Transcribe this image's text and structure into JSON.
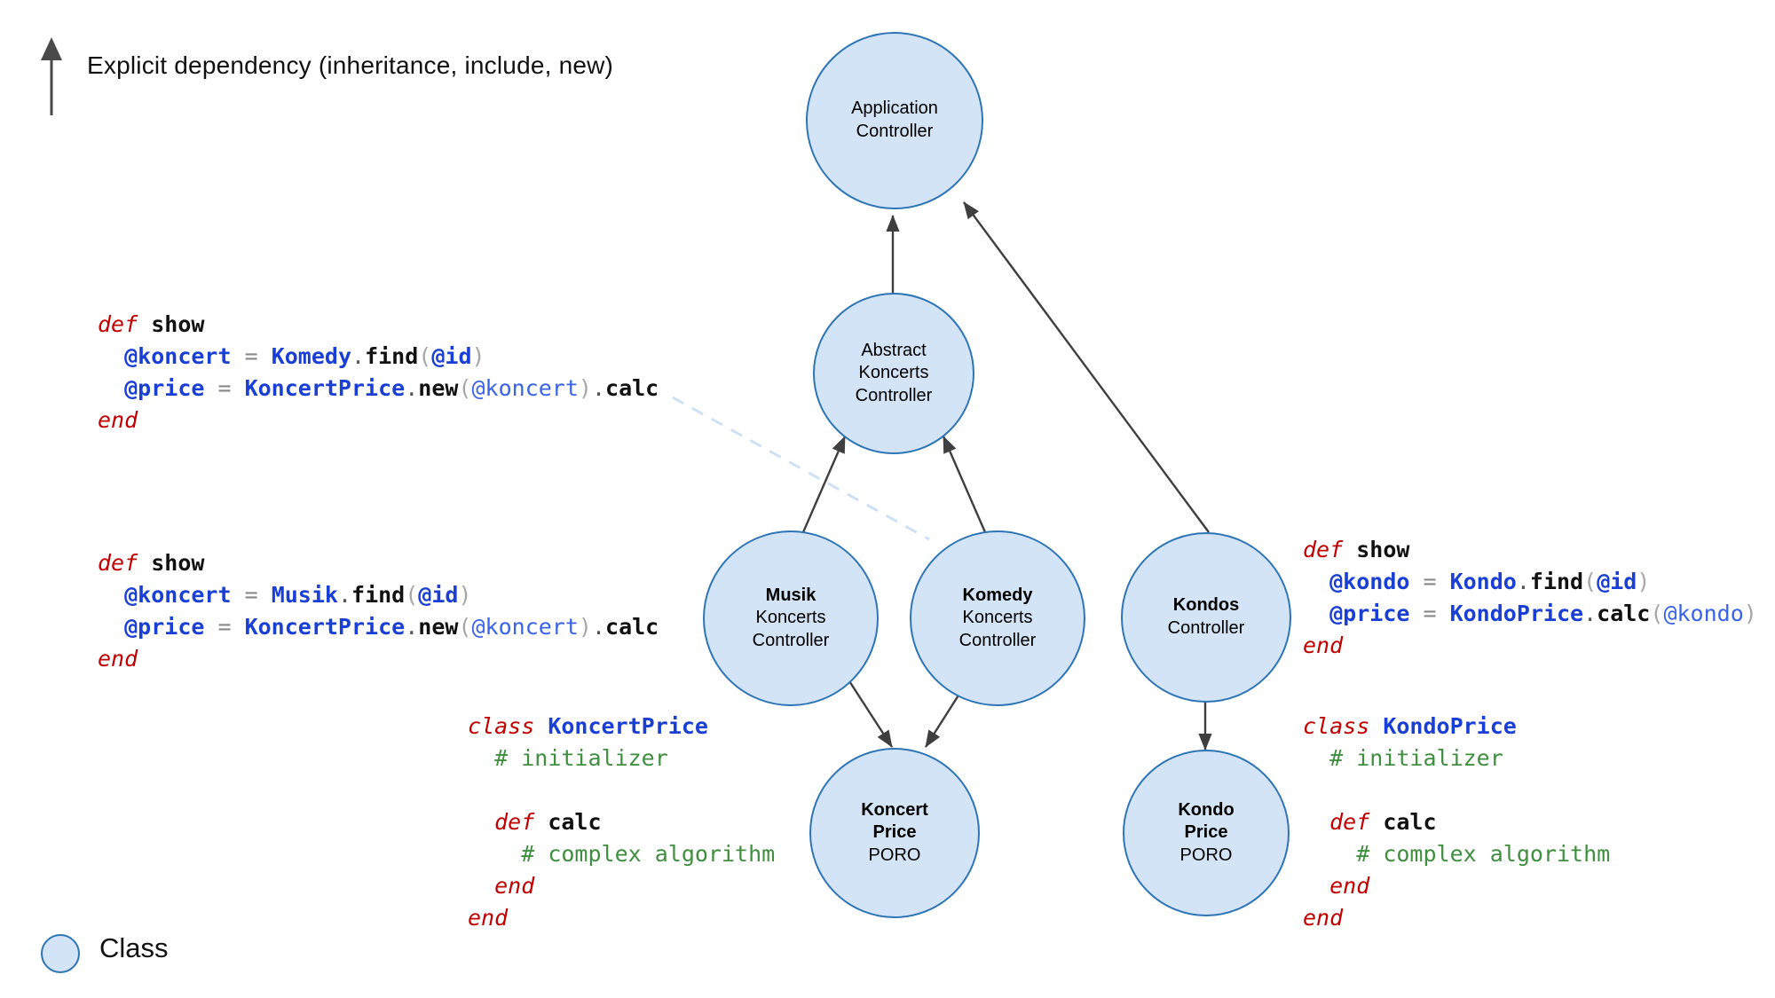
{
  "legend": {
    "top_arrow_icon": "up-arrow-icon",
    "top_label": "Explicit dependency (inheritance, include, new)",
    "bottom_shape_icon": "circle-icon",
    "bottom_label": "Class"
  },
  "colors": {
    "node_fill": "#d4e4f7",
    "node_stroke": "#2e75b6",
    "edge": "#3f3f3f",
    "dashed_edge": "#cfe0f5",
    "keyword": "#c00000",
    "identifier_blue": "#1a3fd4",
    "method_black": "#111111",
    "comment_green": "#3f8f3f",
    "muted_gray": "#a6a6a6"
  },
  "nodes": [
    {
      "id": "application-controller",
      "lines": [
        "Application",
        "Controller"
      ],
      "bold": [
        false,
        false
      ]
    },
    {
      "id": "abstract-koncerts-controller",
      "lines": [
        "Abstract",
        "Koncerts",
        "Controller"
      ],
      "bold": [
        false,
        false,
        false
      ]
    },
    {
      "id": "musik-koncerts-controller",
      "lines": [
        "Musik",
        "Koncerts",
        "Controller"
      ],
      "bold": [
        true,
        false,
        false
      ]
    },
    {
      "id": "komedy-koncerts-controller",
      "lines": [
        "Komedy",
        "Koncerts",
        "Controller"
      ],
      "bold": [
        true,
        false,
        false
      ]
    },
    {
      "id": "kondos-controller",
      "lines": [
        "Kondos",
        "Controller"
      ],
      "bold": [
        true,
        false
      ]
    },
    {
      "id": "koncert-price-poro",
      "lines": [
        "Koncert",
        "Price",
        "PORO"
      ],
      "bold": [
        true,
        true,
        false
      ]
    },
    {
      "id": "kondo-price-poro",
      "lines": [
        "Kondo",
        "Price",
        "PORO"
      ],
      "bold": [
        true,
        true,
        false
      ]
    }
  ],
  "edges": [
    {
      "from": "abstract-koncerts-controller",
      "to": "application-controller",
      "style": "solid"
    },
    {
      "from": "kondos-controller",
      "to": "application-controller",
      "style": "solid"
    },
    {
      "from": "musik-koncerts-controller",
      "to": "abstract-koncerts-controller",
      "style": "solid"
    },
    {
      "from": "komedy-koncerts-controller",
      "to": "abstract-koncerts-controller",
      "style": "solid"
    },
    {
      "from": "musik-koncerts-controller",
      "to": "koncert-price-poro",
      "style": "solid"
    },
    {
      "from": "komedy-koncerts-controller",
      "to": "koncert-price-poro",
      "style": "solid"
    },
    {
      "from": "kondos-controller",
      "to": "kondo-price-poro",
      "style": "solid"
    },
    {
      "from": "komedy-code-block",
      "to": "komedy-koncerts-controller",
      "style": "dashed"
    }
  ],
  "code_blocks": {
    "komedy_show": {
      "id": "komedy-show-code",
      "lines": [
        [
          {
            "t": "def ",
            "c": "kw"
          },
          {
            "t": "show",
            "c": "blk"
          }
        ],
        [
          {
            "t": "  ",
            "c": "plain"
          },
          {
            "t": "@koncert",
            "c": "blue"
          },
          {
            "t": " = ",
            "c": "op"
          },
          {
            "t": "Komedy",
            "c": "blue"
          },
          {
            "t": ".",
            "c": "dot"
          },
          {
            "t": "find",
            "c": "blk"
          },
          {
            "t": "(",
            "c": "gry"
          },
          {
            "t": "@id",
            "c": "blue"
          },
          {
            "t": ")",
            "c": "gry"
          }
        ],
        [
          {
            "t": "  ",
            "c": "plain"
          },
          {
            "t": "@price",
            "c": "blue"
          },
          {
            "t": " = ",
            "c": "op"
          },
          {
            "t": "KoncertPrice",
            "c": "blue"
          },
          {
            "t": ".",
            "c": "dot"
          },
          {
            "t": "new",
            "c": "blk"
          },
          {
            "t": "(",
            "c": "gry"
          },
          {
            "t": "@koncert",
            "c": "bluenb"
          },
          {
            "t": ")",
            "c": "gry"
          },
          {
            "t": ".",
            "c": "dot"
          },
          {
            "t": "calc",
            "c": "blk"
          }
        ],
        [
          {
            "t": "end",
            "c": "kw"
          }
        ]
      ]
    },
    "musik_show": {
      "id": "musik-show-code",
      "lines": [
        [
          {
            "t": "def ",
            "c": "kw"
          },
          {
            "t": "show",
            "c": "blk"
          }
        ],
        [
          {
            "t": "  ",
            "c": "plain"
          },
          {
            "t": "@koncert",
            "c": "blue"
          },
          {
            "t": " = ",
            "c": "op"
          },
          {
            "t": "Musik",
            "c": "blue"
          },
          {
            "t": ".",
            "c": "dot"
          },
          {
            "t": "find",
            "c": "blk"
          },
          {
            "t": "(",
            "c": "gry"
          },
          {
            "t": "@id",
            "c": "blue"
          },
          {
            "t": ")",
            "c": "gry"
          }
        ],
        [
          {
            "t": "  ",
            "c": "plain"
          },
          {
            "t": "@price",
            "c": "blue"
          },
          {
            "t": " = ",
            "c": "op"
          },
          {
            "t": "KoncertPrice",
            "c": "blue"
          },
          {
            "t": ".",
            "c": "dot"
          },
          {
            "t": "new",
            "c": "blk"
          },
          {
            "t": "(",
            "c": "gry"
          },
          {
            "t": "@koncert",
            "c": "bluenb"
          },
          {
            "t": ")",
            "c": "gry"
          },
          {
            "t": ".",
            "c": "dot"
          },
          {
            "t": "calc",
            "c": "blk"
          }
        ],
        [
          {
            "t": "end",
            "c": "kw"
          }
        ]
      ]
    },
    "kondos_show": {
      "id": "kondos-show-code",
      "lines": [
        [
          {
            "t": "def ",
            "c": "kw"
          },
          {
            "t": "show",
            "c": "blk"
          }
        ],
        [
          {
            "t": "  ",
            "c": "plain"
          },
          {
            "t": "@kondo",
            "c": "blue"
          },
          {
            "t": " = ",
            "c": "op"
          },
          {
            "t": "Kondo",
            "c": "blue"
          },
          {
            "t": ".",
            "c": "dot"
          },
          {
            "t": "find",
            "c": "blk"
          },
          {
            "t": "(",
            "c": "gry"
          },
          {
            "t": "@id",
            "c": "blue"
          },
          {
            "t": ")",
            "c": "gry"
          }
        ],
        [
          {
            "t": "  ",
            "c": "plain"
          },
          {
            "t": "@price",
            "c": "blue"
          },
          {
            "t": " = ",
            "c": "op"
          },
          {
            "t": "KondoPrice",
            "c": "blue"
          },
          {
            "t": ".",
            "c": "dot"
          },
          {
            "t": "calc",
            "c": "blk"
          },
          {
            "t": "(",
            "c": "gry"
          },
          {
            "t": "@kondo",
            "c": "bluenb"
          },
          {
            "t": ")",
            "c": "gry"
          }
        ],
        [
          {
            "t": "end",
            "c": "kw"
          }
        ]
      ]
    },
    "koncert_price_class": {
      "id": "koncert-price-class-code",
      "lines": [
        [
          {
            "t": "class ",
            "c": "kw"
          },
          {
            "t": "KoncertPrice",
            "c": "blue"
          }
        ],
        [
          {
            "t": "  ",
            "c": "plain"
          },
          {
            "t": "# initializer",
            "c": "cmt"
          }
        ],
        [
          {
            "t": "",
            "c": "plain"
          }
        ],
        [
          {
            "t": "  ",
            "c": "plain"
          },
          {
            "t": "def ",
            "c": "kw"
          },
          {
            "t": "calc",
            "c": "blk"
          }
        ],
        [
          {
            "t": "    ",
            "c": "plain"
          },
          {
            "t": "# complex algorithm",
            "c": "cmt"
          }
        ],
        [
          {
            "t": "  ",
            "c": "plain"
          },
          {
            "t": "end",
            "c": "kw"
          }
        ],
        [
          {
            "t": "end",
            "c": "kw"
          }
        ]
      ]
    },
    "kondo_price_class": {
      "id": "kondo-price-class-code",
      "lines": [
        [
          {
            "t": "class ",
            "c": "kw"
          },
          {
            "t": "KondoPrice",
            "c": "blue"
          }
        ],
        [
          {
            "t": "  ",
            "c": "plain"
          },
          {
            "t": "# initializer",
            "c": "cmt"
          }
        ],
        [
          {
            "t": "",
            "c": "plain"
          }
        ],
        [
          {
            "t": "  ",
            "c": "plain"
          },
          {
            "t": "def ",
            "c": "kw"
          },
          {
            "t": "calc",
            "c": "blk"
          }
        ],
        [
          {
            "t": "    ",
            "c": "plain"
          },
          {
            "t": "# complex algorithm",
            "c": "cmt"
          }
        ],
        [
          {
            "t": "  ",
            "c": "plain"
          },
          {
            "t": "end",
            "c": "kw"
          }
        ],
        [
          {
            "t": "end",
            "c": "kw"
          }
        ]
      ]
    }
  }
}
